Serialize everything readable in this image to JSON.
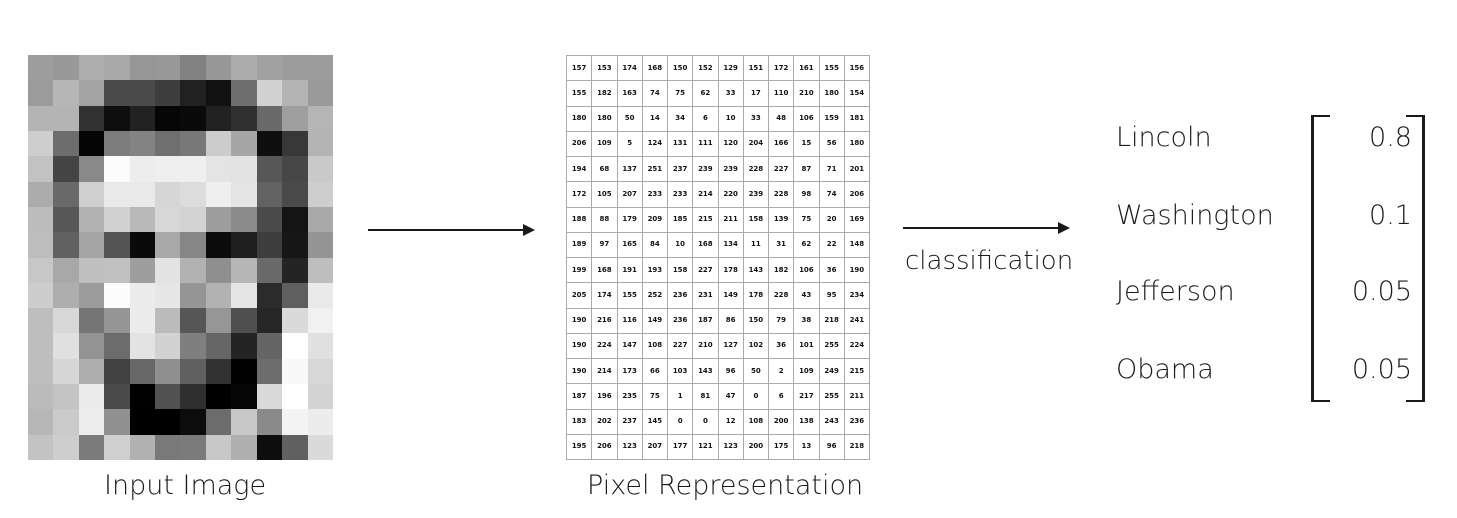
{
  "captions": {
    "input_image": "Input Image",
    "pixel_representation": "Pixel Representation",
    "classification": "classification"
  },
  "pixel_grid": [
    [
      157,
      153,
      174,
      168,
      150,
      152,
      129,
      151,
      172,
      161,
      155,
      156
    ],
    [
      155,
      182,
      163,
      74,
      75,
      62,
      33,
      17,
      110,
      210,
      180,
      154
    ],
    [
      180,
      180,
      50,
      14,
      34,
      6,
      10,
      33,
      48,
      106,
      159,
      181
    ],
    [
      206,
      109,
      5,
      124,
      131,
      111,
      120,
      204,
      166,
      15,
      56,
      180
    ],
    [
      194,
      68,
      137,
      251,
      237,
      239,
      239,
      228,
      227,
      87,
      71,
      201
    ],
    [
      172,
      105,
      207,
      233,
      233,
      214,
      220,
      239,
      228,
      98,
      74,
      206
    ],
    [
      188,
      88,
      179,
      209,
      185,
      215,
      211,
      158,
      139,
      75,
      20,
      169
    ],
    [
      189,
      97,
      165,
      84,
      10,
      168,
      134,
      11,
      31,
      62,
      22,
      148
    ],
    [
      199,
      168,
      191,
      193,
      158,
      227,
      178,
      143,
      182,
      106,
      36,
      190
    ],
    [
      205,
      174,
      155,
      252,
      236,
      231,
      149,
      178,
      228,
      43,
      95,
      234
    ],
    [
      190,
      216,
      116,
      149,
      236,
      187,
      86,
      150,
      79,
      38,
      218,
      241
    ],
    [
      190,
      224,
      147,
      108,
      227,
      210,
      127,
      102,
      36,
      101,
      255,
      224
    ],
    [
      190,
      214,
      173,
      66,
      103,
      143,
      96,
      50,
      2,
      109,
      249,
      215
    ],
    [
      187,
      196,
      235,
      75,
      1,
      81,
      47,
      0,
      6,
      217,
      255,
      211
    ],
    [
      183,
      202,
      237,
      145,
      0,
      0,
      12,
      108,
      200,
      138,
      243,
      236
    ],
    [
      195,
      206,
      123,
      207,
      177,
      121,
      123,
      200,
      175,
      13,
      96,
      218
    ]
  ],
  "classes": [
    {
      "name": "Lincoln",
      "prob": "0.8"
    },
    {
      "name": "Washington",
      "prob": "0.1"
    },
    {
      "name": "Jefferson",
      "prob": "0.05"
    },
    {
      "name": "Obama",
      "prob": "0.05"
    }
  ]
}
